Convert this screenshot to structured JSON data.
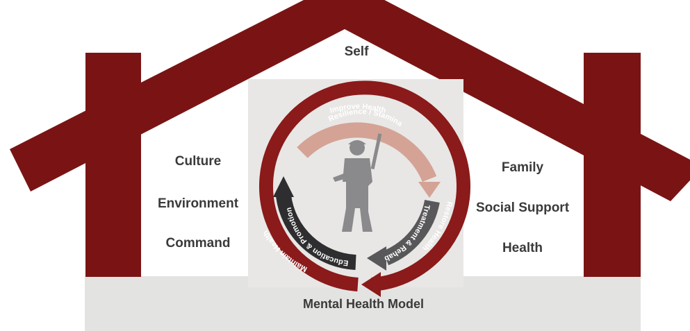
{
  "diagram": {
    "roof_label": "Self",
    "left_labels": [
      "Culture",
      "Environment",
      "Command"
    ],
    "right_labels": [
      "Family",
      "Social Support",
      "Health"
    ],
    "footer_title": "Mental Health Model",
    "cycle": {
      "outer_ring": [
        "Improve Health",
        "Restore Health",
        "Maintain Health"
      ],
      "inner_arrows": [
        "Resilience / Stamina",
        "Treatment & Rehab",
        "Education & Promotion"
      ]
    },
    "colors": {
      "house": "#7a1414",
      "outer_ring": "#8b1a1a",
      "resilience_arrow": "#d4a396",
      "treatment_arrow": "#58585a",
      "education_arrow": "#2e2e30",
      "panel": "#e8e7e5",
      "floor": "#e3e3e1",
      "silhouette": "#8a8a8c"
    },
    "icons": [
      "soldier-silhouette-icon"
    ]
  }
}
